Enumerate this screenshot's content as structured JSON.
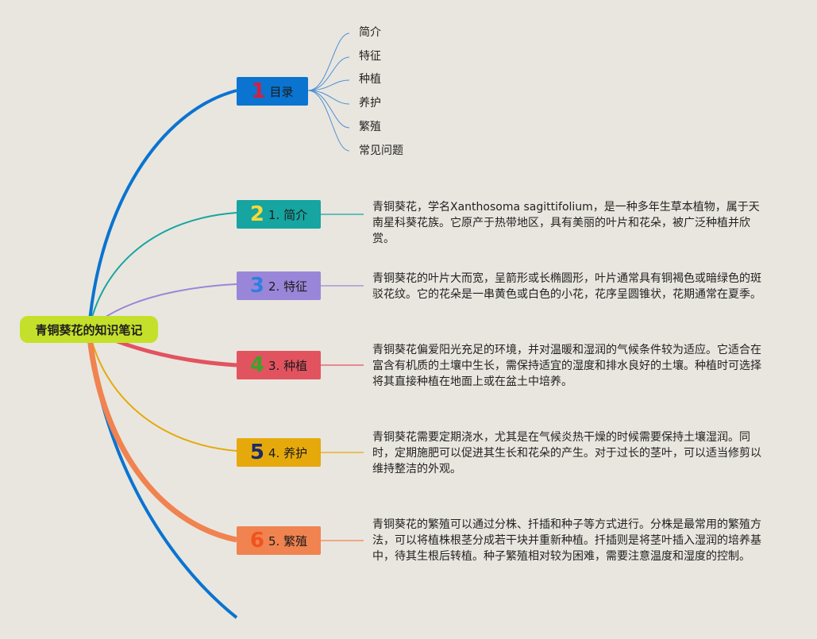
{
  "root": {
    "label": "青铜葵花的知识笔记"
  },
  "colors": {
    "root": "#c5e02a",
    "toc": "#0a74d0",
    "intro": "#16a5a0",
    "feature": "#9a86d8",
    "plant": "#e25360",
    "care": "#e6a90b",
    "breed": "#f08350"
  },
  "branches": [
    {
      "id": "toc",
      "num": "1",
      "label": "目录",
      "num_color": "#d61f3c",
      "color": "#0a74d0"
    },
    {
      "id": "intro",
      "num": "2",
      "label": "1. 简介",
      "num_color": "#f7d93a",
      "color": "#16a5a0"
    },
    {
      "id": "feature",
      "num": "3",
      "label": "2. 特征",
      "num_color": "#2e7fe0",
      "color": "#9a86d8"
    },
    {
      "id": "plant",
      "num": "4",
      "label": "3. 种植",
      "num_color": "#3aa42a",
      "color": "#e25360"
    },
    {
      "id": "care",
      "num": "5",
      "label": "4. 养护",
      "num_color": "#1a2a6a",
      "color": "#e6a90b"
    },
    {
      "id": "breed",
      "num": "6",
      "label": "5. 繁殖",
      "num_color": "#f0531d",
      "color": "#f08350"
    }
  ],
  "toc_items": [
    "简介",
    "特征",
    "种植",
    "养护",
    "繁殖",
    "常见问题"
  ],
  "descriptions": {
    "intro": "青铜葵花，学名Xanthosoma sagittifolium，是一种多年生草本植物，属于天南星科葵花族。它原产于热带地区，具有美丽的叶片和花朵，被广泛种植并欣赏。",
    "feature": "青铜葵花的叶片大而宽，呈箭形或长椭圆形，叶片通常具有铜褐色或暗绿色的斑驳花纹。它的花朵是一串黄色或白色的小花，花序呈圆锥状，花期通常在夏季。",
    "plant": "青铜葵花偏爱阳光充足的环境，并对温暖和湿润的气候条件较为适应。它适合在富含有机质的土壤中生长，需保持适宜的湿度和排水良好的土壤。种植时可选择将其直接种植在地面上或在盆土中培养。",
    "care": "青铜葵花需要定期浇水，尤其是在气候炎热干燥的时候需要保持土壤湿润。同时，定期施肥可以促进其生长和花朵的产生。对于过长的茎叶，可以适当修剪以维持整洁的外观。",
    "breed": "青铜葵花的繁殖可以通过分株、扦插和种子等方式进行。分株是最常用的繁殖方法，可以将植株根茎分成若干块并重新种植。扦插则是将茎叶插入湿润的培养基中，待其生根后转植。种子繁殖相对较为困难，需要注意温度和湿度的控制。"
  }
}
